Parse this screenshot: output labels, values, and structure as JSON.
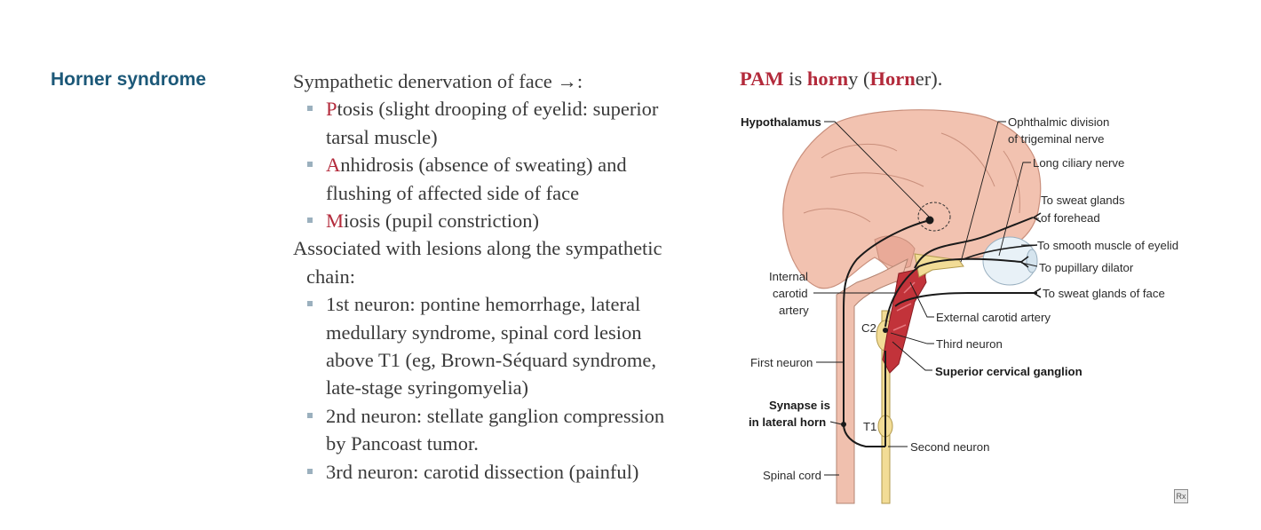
{
  "heading": "Horner syndrome",
  "intro": "Sympathetic denervation of face →:",
  "signs": [
    {
      "letter": "P",
      "line1": "tosis (slight drooping of eyelid: superior",
      "line2": "tarsal muscle)"
    },
    {
      "letter": "A",
      "line1": "nhidrosis (absence of sweating) and",
      "line2": "flushing of affected side of face"
    },
    {
      "letter": "M",
      "line1": "iosis (pupil constriction)",
      "line2": ""
    }
  ],
  "associated": {
    "line1": "Associated with lesions along the sympathetic",
    "line2": "chain:"
  },
  "lesions": [
    {
      "lines": [
        "1st neuron: pontine hemorrhage, lateral",
        "medullary syndrome, spinal cord lesion",
        "above T1 (eg, Brown-Séquard syndrome,",
        "late-stage syringomyelia)"
      ]
    },
    {
      "lines": [
        "2nd neuron: stellate ganglion compression",
        "by Pancoast tumor."
      ]
    },
    {
      "lines": [
        "3rd neuron: carotid dissection (painful)"
      ]
    }
  ],
  "mnemonic": {
    "p1": "PAM",
    "p2": " is ",
    "p3": "horn",
    "p4": "y (",
    "p5": "Horn",
    "p6": "er)."
  },
  "diagram": {
    "hypothalamus": "Hypothalamus",
    "ophthalmic_1": "Ophthalmic division",
    "ophthalmic_2": "of trigeminal nerve",
    "long_ciliary": "Long ciliary nerve",
    "sweat_forehead_1": "To sweat glands",
    "sweat_forehead_2": "of forehead",
    "smooth_muscle": "To smooth muscle of eyelid",
    "pupillary": "To pupillary dilator",
    "internal_1": "Internal",
    "internal_2": "carotid",
    "internal_3": "artery",
    "sweat_face": "To sweat glands of face",
    "external_carotid": "External carotid artery",
    "c2": "C2",
    "third_neuron": "Third neuron",
    "first_neuron": "First neuron",
    "superior_ganglion": "Superior cervical ganglion",
    "synapse_1": "Synapse is",
    "synapse_2": "in lateral horn",
    "t1": "T1",
    "second_neuron": "Second neuron",
    "spinal_cord": "Spinal cord"
  },
  "rx_label": "Rx"
}
